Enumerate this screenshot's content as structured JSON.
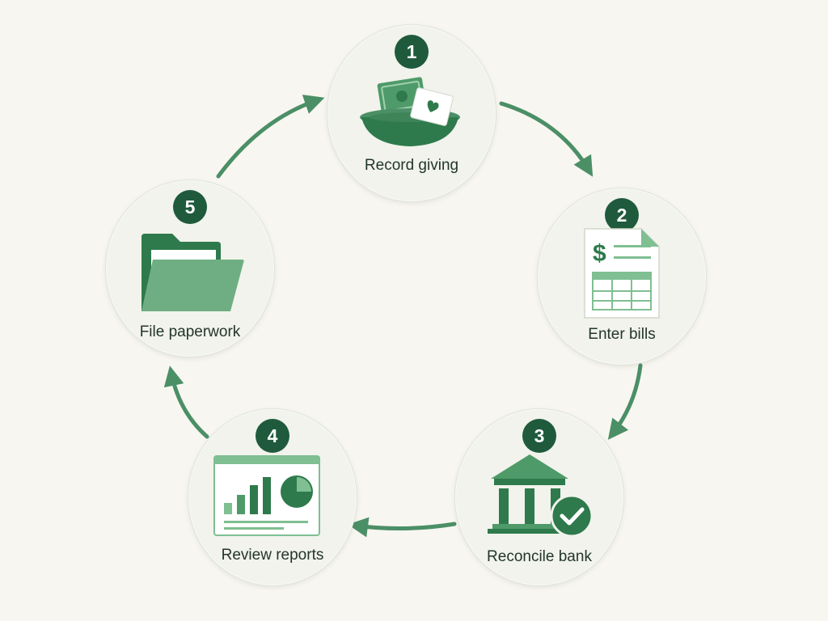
{
  "colors": {
    "background": "#f8f6f0",
    "circle_fill": "#f1f3ec",
    "badge": "#1f5a3c",
    "arrow": "#4b8f66",
    "icon_dark": "#2e7a4c",
    "icon_light": "#7fbf92",
    "label_text": "#24362b"
  },
  "cycle": {
    "steps": [
      {
        "number": "1",
        "label": "Record giving",
        "icon": "offering-plate-icon"
      },
      {
        "number": "2",
        "label": "Enter bills",
        "icon": "bill-document-icon"
      },
      {
        "number": "3",
        "label": "Reconcile bank",
        "icon": "bank-check-icon"
      },
      {
        "number": "4",
        "label": "Review reports",
        "icon": "report-dashboard-icon"
      },
      {
        "number": "5",
        "label": "File paperwork",
        "icon": "folder-icon"
      }
    ]
  }
}
